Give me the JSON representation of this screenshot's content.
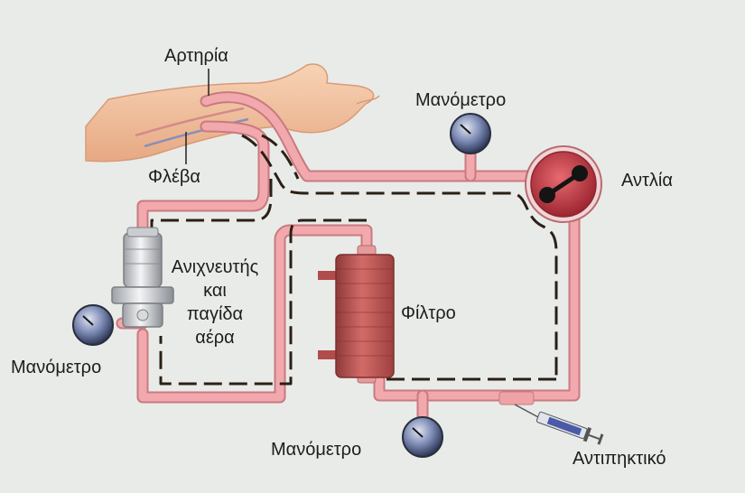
{
  "labels": {
    "artery": "Αρτηρία",
    "vein": "Φλέβα",
    "manometer_top": "Μανόμετρο",
    "pump": "Αντλία",
    "detector_line1": "Ανιχνευτής",
    "detector_line2": "και",
    "detector_line3": "παγίδα",
    "detector_line4": "αέρα",
    "filter": "Φίλτρο",
    "manometer_left": "Μανόμετρο",
    "manometer_bottom": "Μανόμετρο",
    "anticoagulant": "Αντιπηκτικό"
  },
  "colors": {
    "background": "#e9ebe8",
    "tube": "#f1a9ad",
    "tube_outline": "#c97a80",
    "dash": "#2a2016",
    "skin": "#f2c4a2",
    "pump_body": "#c43a45",
    "filter_body": "#c25a5a",
    "gauge_face": "#5a6e9a",
    "syringe_liquid": "#4a5aa8"
  },
  "icons": {
    "pump": "pump-icon",
    "filter": "filter-icon",
    "detector": "air-trap-icon",
    "gauge": "gauge-icon",
    "syringe": "syringe-icon",
    "arm": "arm-icon"
  }
}
